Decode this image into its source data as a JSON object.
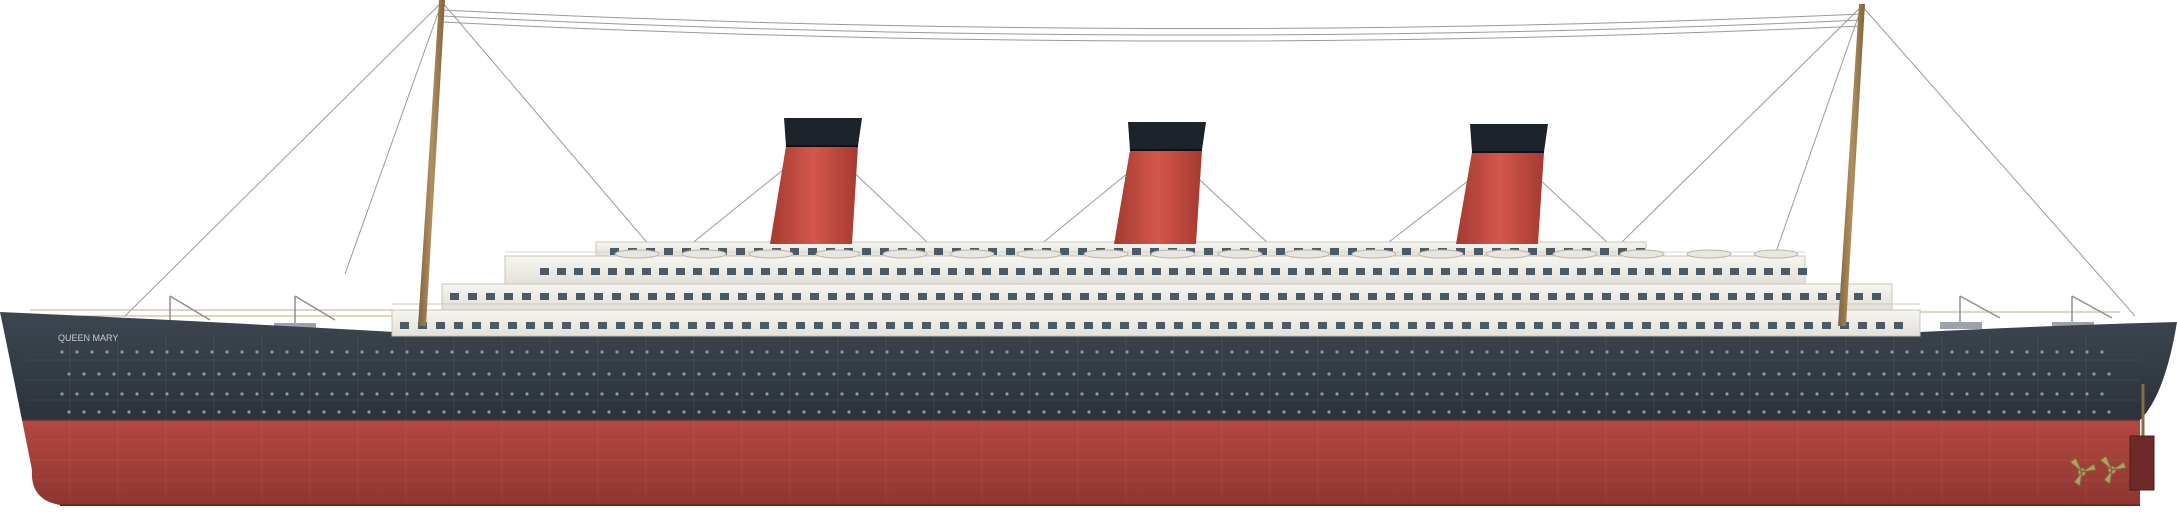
{
  "ship": {
    "name": "QUEEN MARY",
    "funnel_count": 3,
    "mast_count": 2,
    "colors": {
      "hull_upper": "#343d47",
      "hull_lower": "#a9413a",
      "superstructure": "#efeee8",
      "funnel_red": "#c4473a",
      "funnel_cap": "#1d232b",
      "mast": "#9a7a50",
      "propeller": "#b89b63",
      "rigging": "#999999"
    },
    "icons": {
      "propellers": "propeller-icon",
      "rudder": "rudder-icon"
    }
  }
}
